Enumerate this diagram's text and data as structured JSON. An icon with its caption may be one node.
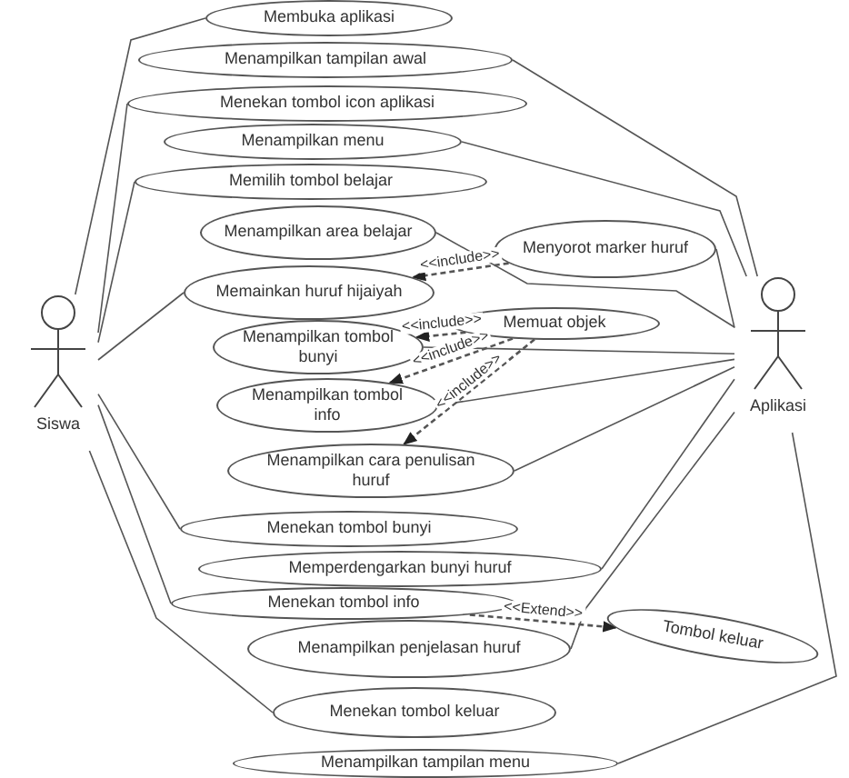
{
  "diagram": {
    "nodes": [
      {
        "text": [
          "Siswa"
        ]
      },
      {
        "text": [
          "Aplikasi"
        ]
      },
      {
        "text": [
          "Membuka aplikasi"
        ]
      },
      {
        "text": [
          "Menampilkan tampilan awal"
        ]
      },
      {
        "text": [
          "Menekan tombol icon aplikasi"
        ]
      },
      {
        "text": [
          "Menampilkan menu"
        ]
      },
      {
        "text": [
          "Memilih tombol belajar"
        ]
      },
      {
        "text": [
          "Menampilkan area belajar"
        ]
      },
      {
        "text": [
          "Menyorot marker huruf"
        ]
      },
      {
        "text": [
          "Memainkan huruf hijaiyah"
        ]
      },
      {
        "text": [
          "Memuat objek"
        ]
      },
      {
        "text": [
          "Menampilkan tombol bunyi"
        ]
      },
      {
        "text": [
          "Menampilkan tombol info"
        ]
      },
      {
        "text": [
          "Menampilkan cara penulisan huruf"
        ]
      },
      {
        "text": [
          "Menekan tombol bunyi"
        ]
      },
      {
        "text": [
          "Memperdengarkan bunyi huruf"
        ]
      },
      {
        "text": [
          "Menekan tombol info"
        ]
      },
      {
        "text": [
          "Menampilkan penjelasan huruf"
        ]
      },
      {
        "text": [
          "Tombol keluar"
        ]
      },
      {
        "text": [
          "Menekan tombol keluar"
        ]
      },
      {
        "text": [
          "Menampilkan tampilan menu"
        ]
      }
    ],
    "edges": [
      {
        "from": 0,
        "to": 2,
        "arrow": "none"
      },
      {
        "from": 0,
        "to": 4,
        "arrow": "none"
      },
      {
        "from": 0,
        "to": 6,
        "arrow": "none"
      },
      {
        "from": 0,
        "to": 9,
        "arrow": "none"
      },
      {
        "from": 0,
        "to": 14,
        "arrow": "none"
      },
      {
        "from": 0,
        "to": 16,
        "arrow": "none"
      },
      {
        "from": 0,
        "to": 19,
        "arrow": "none"
      },
      {
        "from": 1,
        "to": 3,
        "arrow": "none"
      },
      {
        "from": 1,
        "to": 5,
        "arrow": "none"
      },
      {
        "from": 1,
        "to": 7,
        "arrow": "none"
      },
      {
        "from": 1,
        "to": 8,
        "arrow": "none"
      },
      {
        "from": 1,
        "to": 11,
        "arrow": "none"
      },
      {
        "from": 1,
        "to": 12,
        "arrow": "none"
      },
      {
        "from": 1,
        "to": 13,
        "arrow": "none"
      },
      {
        "from": 1,
        "to": 15,
        "arrow": "none"
      },
      {
        "from": 1,
        "to": 17,
        "arrow": "none"
      },
      {
        "from": 1,
        "to": 20,
        "arrow": "none"
      },
      {
        "from": 8,
        "to": 9,
        "arrow": "to",
        "style": "dashed",
        "label": "<<include>>"
      },
      {
        "from": 10,
        "to": 11,
        "arrow": "to",
        "style": "dashed",
        "label": "<<include>>"
      },
      {
        "from": 10,
        "to": 12,
        "arrow": "to",
        "style": "dashed",
        "label": "<<include>>"
      },
      {
        "from": 10,
        "to": 13,
        "arrow": "to",
        "style": "dashed",
        "label": "<<include>>"
      },
      {
        "from": 16,
        "to": 18,
        "arrow": "to",
        "style": "dashed",
        "label": "<<Extend>>"
      }
    ]
  }
}
